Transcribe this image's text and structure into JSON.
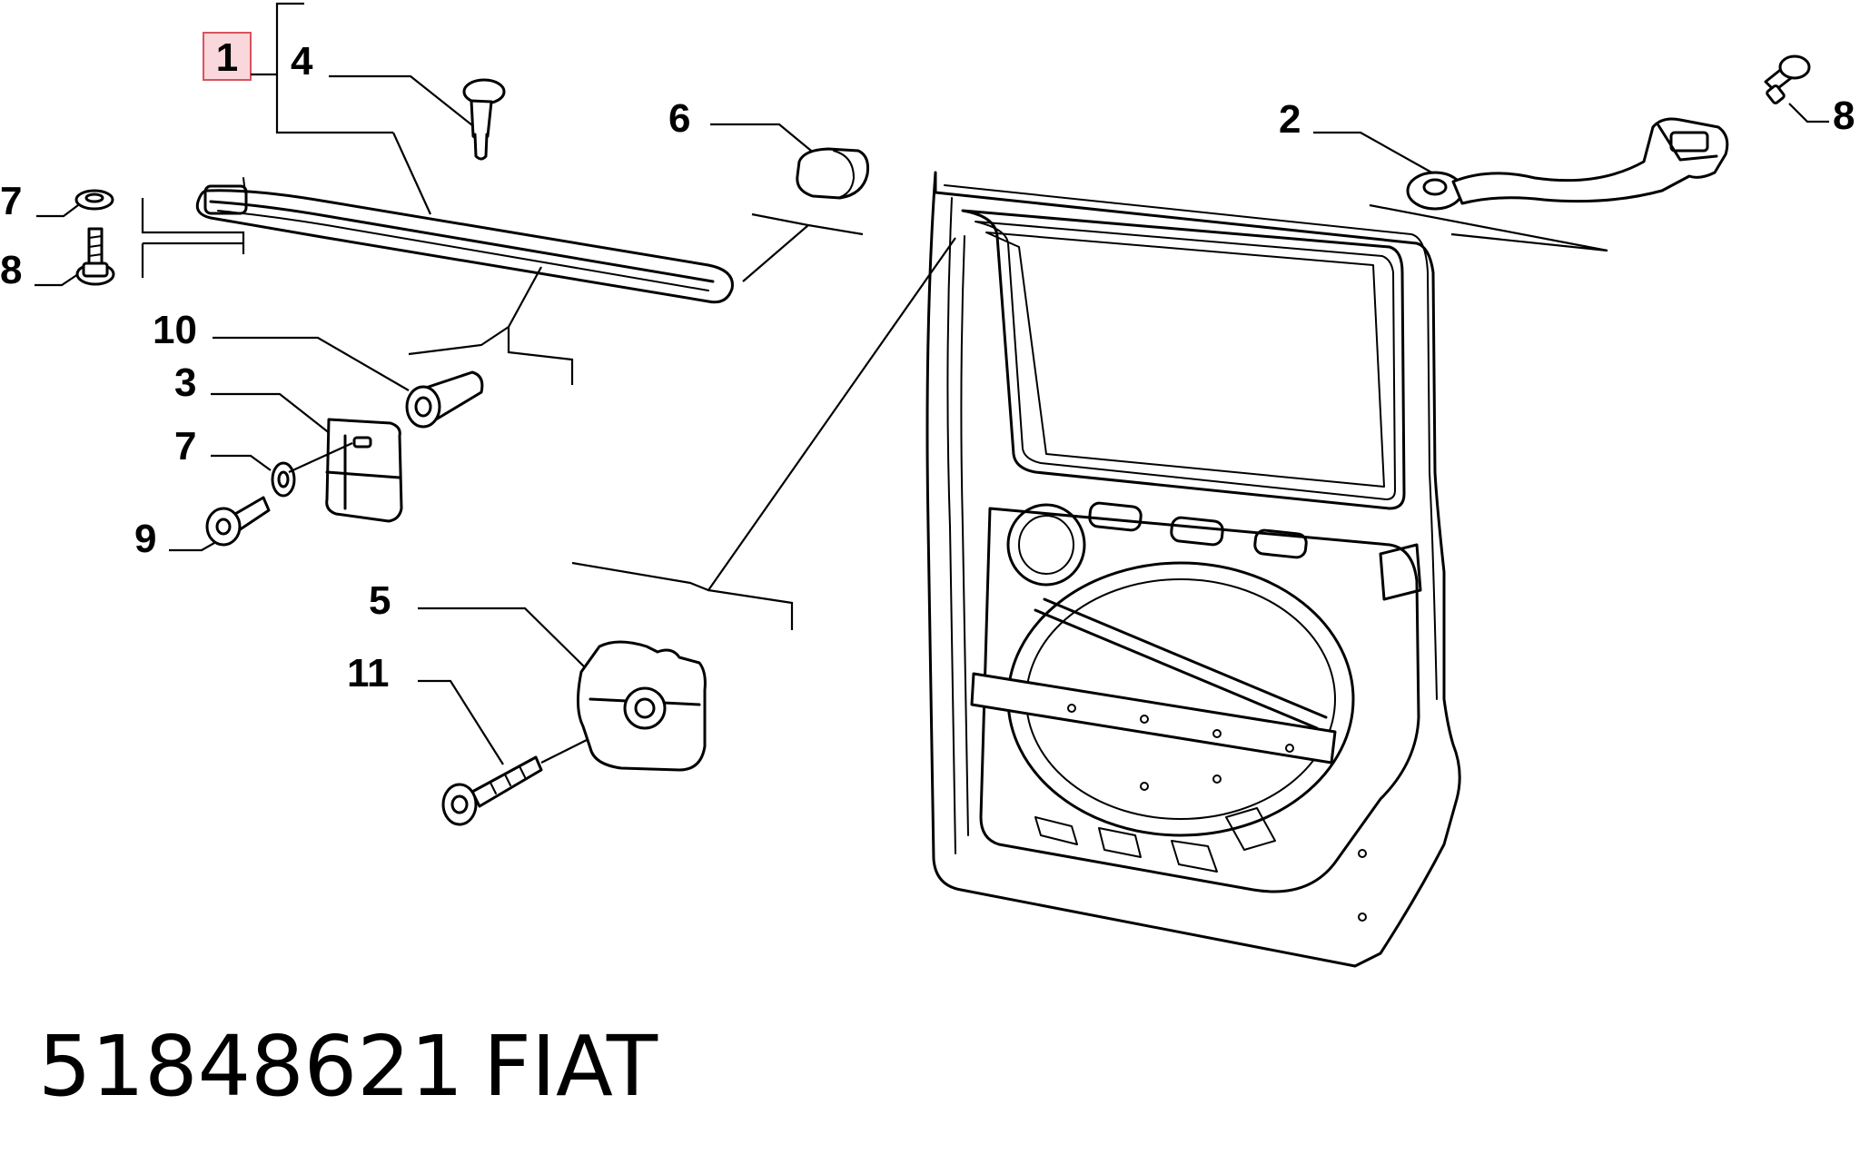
{
  "footer": {
    "part_number": "51848621",
    "brand": "FIAT"
  },
  "callouts": {
    "c1": "1",
    "c4": "4",
    "c6": "6",
    "c2": "2",
    "c8_right": "8",
    "c7_top": "7",
    "c8_left": "8",
    "c10": "10",
    "c3": "3",
    "c7_mid": "7",
    "c9": "9",
    "c5": "5",
    "c11": "11"
  },
  "highlight": {
    "selected_callout": "1",
    "color": "#d9535f",
    "fill": "#f9d7da"
  }
}
